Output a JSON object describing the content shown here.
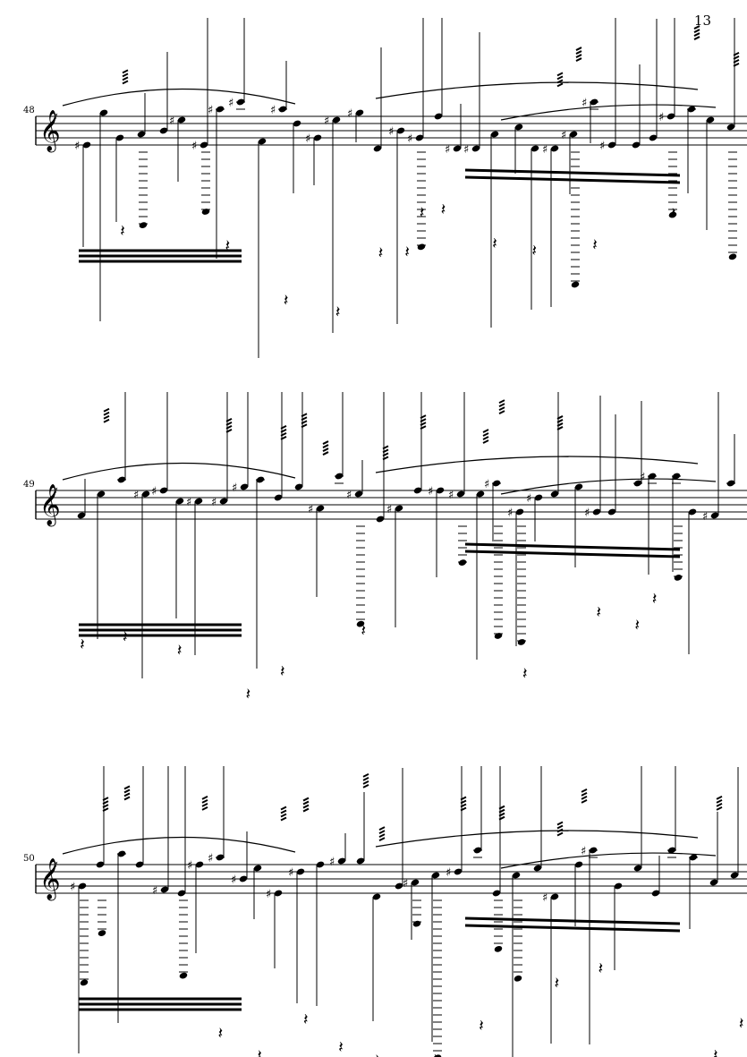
{
  "page": {
    "number": "13"
  },
  "systems": [
    {
      "measure": "48"
    },
    {
      "measure": "49"
    },
    {
      "measure": "50"
    }
  ],
  "glyphs": {
    "treble_clef": "𝄞",
    "sharp": "♯",
    "natural": "♮",
    "quarter_rest": "𝄽",
    "eighth_rest": "𝄾"
  }
}
